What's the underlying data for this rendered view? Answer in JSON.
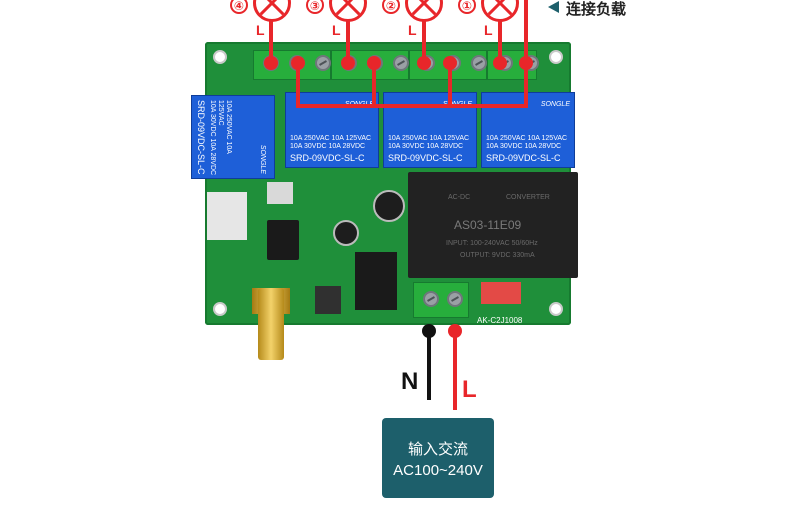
{
  "loads": [
    {
      "number": "④",
      "label": "L"
    },
    {
      "number": "③",
      "label": "L"
    },
    {
      "number": "②",
      "label": "L"
    },
    {
      "number": "①",
      "label": "L"
    }
  ],
  "connect_load_label": "连接负载",
  "relays": [
    {
      "brand": "SONGLE",
      "rating1": "10A 250VAC  10A 125VAC",
      "rating2": "10A  30VDC  10A  28VDC",
      "model": "SRD-09VDC-SL-C"
    },
    {
      "brand": "SONGLE",
      "rating1": "10A 250VAC  10A 125VAC",
      "rating2": "10A  30VDC  10A  28VDC",
      "model": "SRD-09VDC-SL-C"
    },
    {
      "brand": "SONGLE",
      "rating1": "10A 250VAC  10A 125VAC",
      "rating2": "10A  30VDC  10A  28VDC",
      "model": "SRD-09VDC-SL-C"
    },
    {
      "brand": "SONGLE",
      "rating1": "10A 250VAC  10A 125VAC",
      "rating2": "10A  30VDC  10A  28VDC",
      "model": "SRD-09VDC-SL-C"
    }
  ],
  "power_module": {
    "model": "AS03-11E09",
    "line1": "AC-DC",
    "line2": "CONVERTER",
    "line3": "INPUT: 100-240VAC 50/60Hz",
    "line4": "OUTPUT: 9VDC 330mA"
  },
  "board_code": "AK-C2J1008",
  "input": {
    "n_label": "N",
    "l_label": "L",
    "title": "输入交流",
    "range": "AC100~240V"
  },
  "colors": {
    "wire_live": "#e8262a",
    "wire_neutral": "#111111",
    "board": "#1f8f3a",
    "relay": "#1e5fd8",
    "box": "#1d5f6b"
  }
}
